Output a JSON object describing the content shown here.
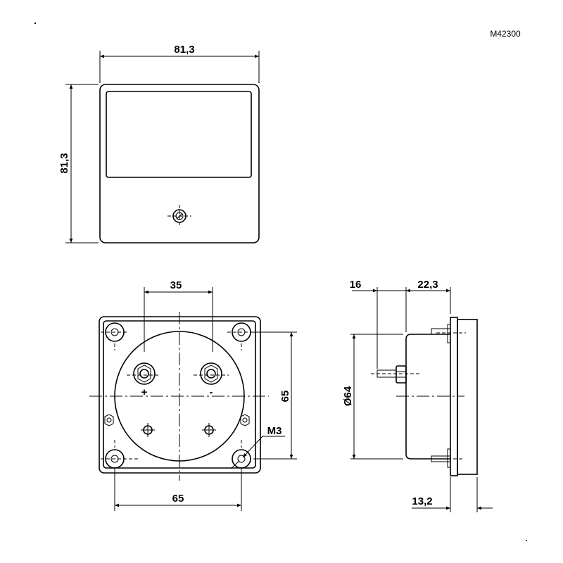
{
  "drawing_code": "M42300",
  "front_view": {
    "width_label": "81,3",
    "height_label": "81,3"
  },
  "rear_view": {
    "terminal_spacing_label": "35",
    "vertical_hole_spacing_label": "65",
    "horizontal_hole_spacing_label": "65",
    "screw_thread_label": "M3",
    "plus_terminal": "+",
    "minus_terminal": "-"
  },
  "side_view": {
    "stud_length_label": "16",
    "body_depth_label": "22,3",
    "diameter_label": "Ø64",
    "bezel_depth_label": "13,2"
  }
}
